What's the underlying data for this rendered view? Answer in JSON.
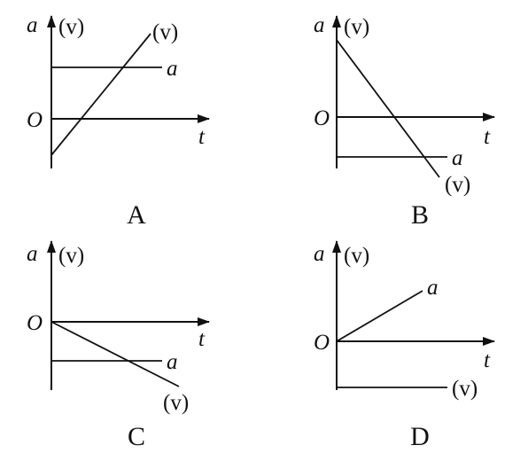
{
  "labels": {
    "axis_y_a": "a",
    "axis_y_v": "(v)",
    "origin": "O",
    "axis_x": "t",
    "line_a": "a",
    "line_v": "(v)"
  },
  "graphs": [
    {
      "caption": "A"
    },
    {
      "caption": "B"
    },
    {
      "caption": "C"
    },
    {
      "caption": "D"
    }
  ]
}
